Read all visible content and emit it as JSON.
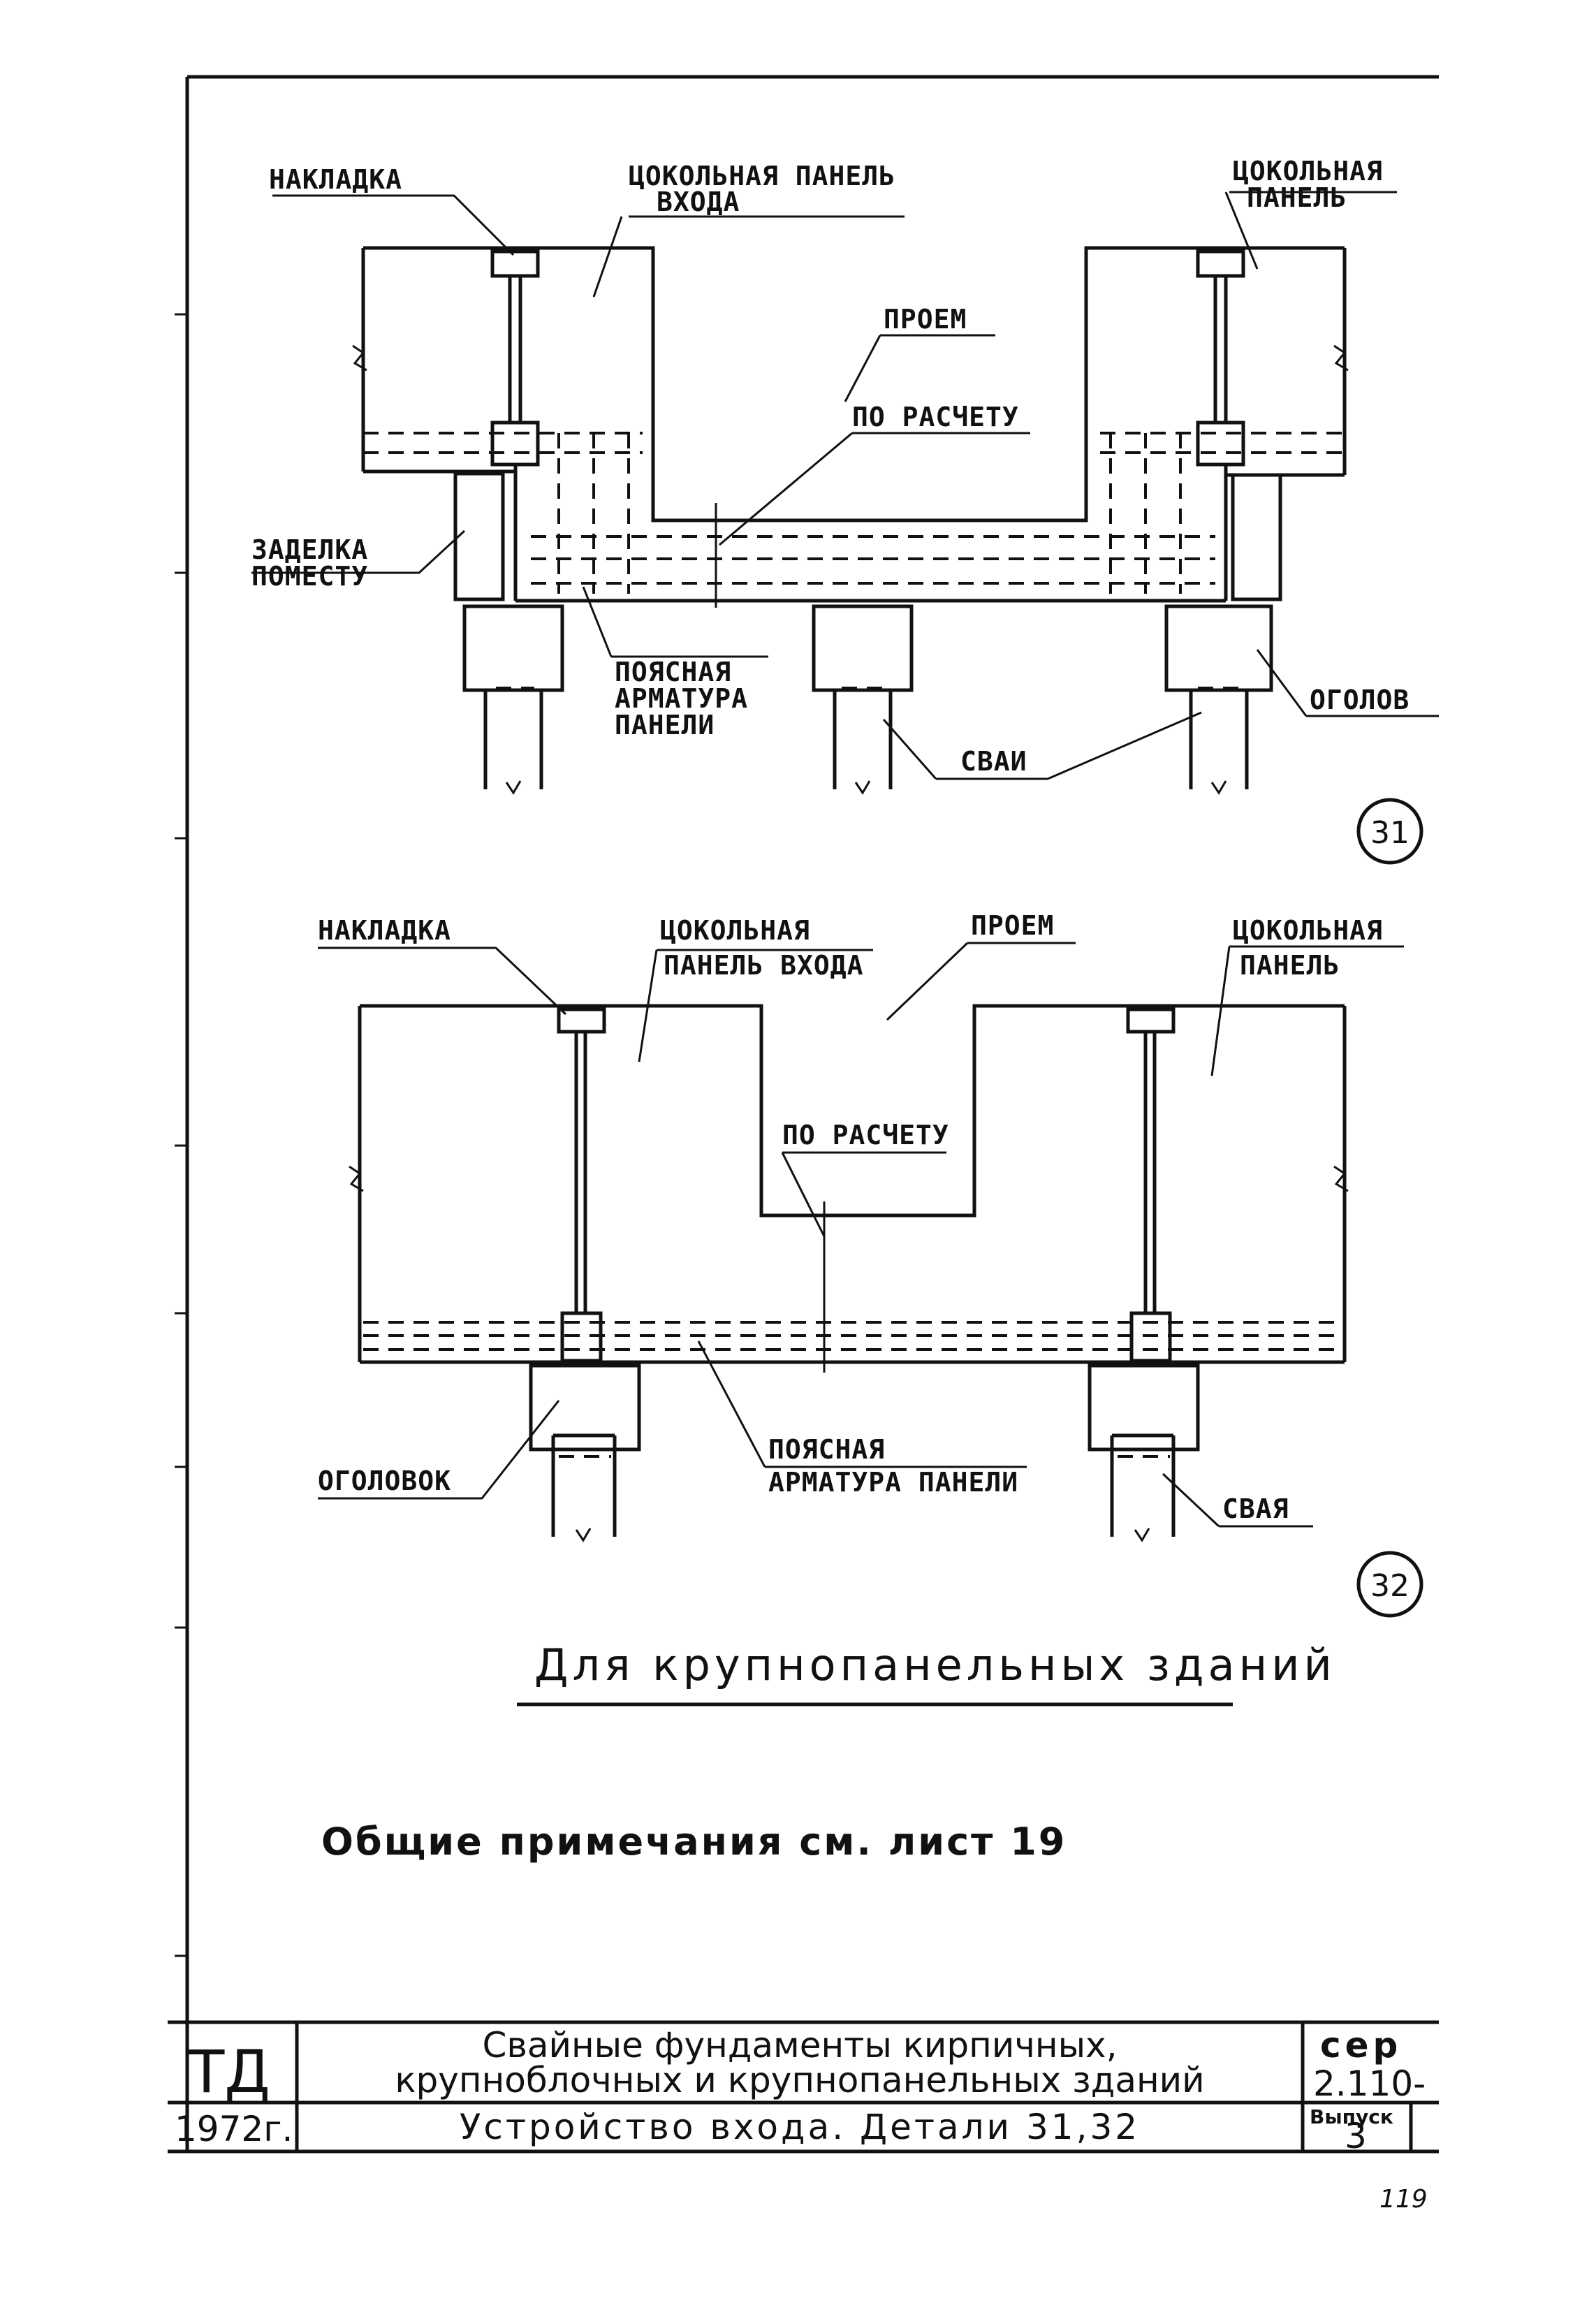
{
  "detail31": {
    "labels": {
      "nakladka": "НАКЛАДКА",
      "panel_entry_1": "ЦОКОЛЬНАЯ ПАНЕЛЬ",
      "panel_entry_2": "ВХОДА",
      "panel_1": "ЦОКОЛЬНАЯ",
      "panel_2": "ПАНЕЛЬ",
      "proem": "ПРОЕМ",
      "po_raschetu": "ПО РАСЧЕТУ",
      "zadelka_1": "ЗАДЕЛКА",
      "zadelka_2": "ПОМЕСТУ",
      "armatura_1": "ПОЯСНАЯ",
      "armatura_2": "АРМАТУРА",
      "armatura_3": "ПАНЕЛИ",
      "svai": "СВАИ",
      "ogolovok": "ОГОЛОВ"
    },
    "number": "31"
  },
  "detail32": {
    "labels": {
      "nakladka": "НАКЛАДКА",
      "panel_entry_1": "ЦОКОЛЬНАЯ",
      "panel_entry_2": "ПАНЕЛЬ ВХОДА",
      "proem": "ПРОЕМ",
      "panel_1": "ЦОКОЛЬНАЯ",
      "panel_2": "ПАНЕЛЬ",
      "po_raschetu": "ПО РАСЧЕТУ",
      "ogolovok": "ОГОЛОВОК",
      "armatura_1": "ПОЯСНАЯ",
      "armatura_2": "АРМАТУРА ПАНЕЛИ",
      "svaya": "СВАЯ"
    },
    "number": "32"
  },
  "title": "Для крупнопанельных зданий",
  "note": "Общие примечания см. лист 19",
  "title_block": {
    "code": "ТД",
    "year": "1972г.",
    "desc_line1": "Свайные фундаменты кирпичных,",
    "desc_line2": "крупноблочных и крупнопанельных зданий",
    "sheet_title": "Устройство входа. Детали 31,32",
    "series_label": "сер",
    "series_value": "2.110-",
    "issue_label": "Выпуск",
    "issue_value": "3"
  },
  "page_number": "119"
}
